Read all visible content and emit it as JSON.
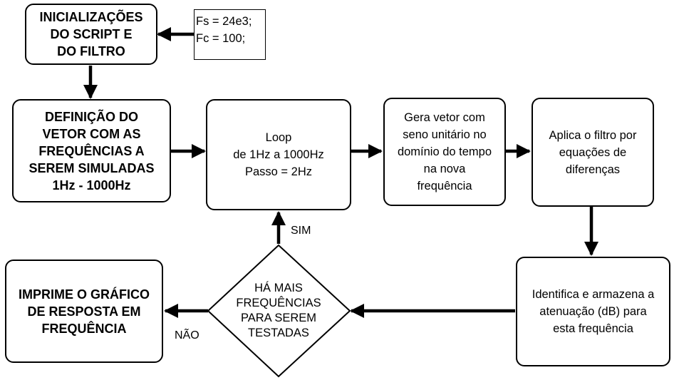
{
  "nodes": {
    "init": "INICIALIZAÇÕES\nDO SCRIPT E\nDO FILTRO",
    "params": "Fs = 24e3;\nFc = 100;",
    "define": "DEFINIÇÃO DO\nVETOR COM AS\nFREQUÊNCIAS A\nSEREM SIMULADAS\n1Hz - 1000Hz",
    "loop": "Loop\nde 1Hz a 1000Hz\nPasso = 2Hz",
    "gera": "Gera vetor com\nseno unitário no\ndomínio do tempo\nna nova\nfrequência",
    "aplica": "Aplica o filtro por\nequações de\ndiferenças",
    "identifica": "Identifica e armazena a\natenuação (dB) para\nesta frequência",
    "decision": "HÁ MAIS\nFREQUÊNCIAS\nPARA SEREM\nTESTADAS",
    "imprime": "IMPRIME O GRÁFICO\nDE RESPOSTA EM\nFREQUÊNCIA"
  },
  "edge_labels": {
    "yes": "SIM",
    "no": "NÃO"
  },
  "colors": {
    "stroke": "#000000",
    "fill": "#ffffff"
  }
}
